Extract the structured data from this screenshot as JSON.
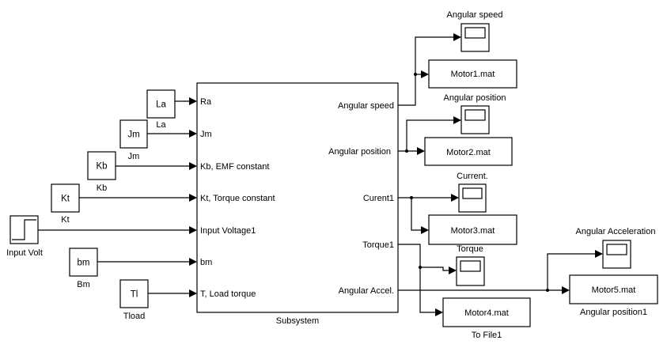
{
  "diagram": {
    "subsystem": {
      "name": "Subsystem",
      "inputs": [
        "Ra",
        "Jm",
        "Kb, EMF constant",
        "Kt, Torque constant",
        "Input Voltage1",
        "bm",
        "T, Load torque"
      ],
      "outputs": [
        "Angular speed",
        "Angular position",
        "Curent1",
        "Torque1",
        "Angular Accel."
      ]
    },
    "sources": [
      {
        "type": "constant",
        "value": "La",
        "label": "La"
      },
      {
        "type": "constant",
        "value": "Jm",
        "label": "Jm"
      },
      {
        "type": "constant",
        "value": "Kb",
        "label": "Kb"
      },
      {
        "type": "constant",
        "value": "Kt",
        "label": "Kt"
      },
      {
        "type": "step",
        "value": "",
        "label": "Input Volt"
      },
      {
        "type": "constant",
        "value": "bm",
        "label": "Bm"
      },
      {
        "type": "constant",
        "value": "Tl",
        "label": "Tload"
      }
    ],
    "scopes": [
      {
        "label": "Angular speed"
      },
      {
        "label": "Angular position"
      },
      {
        "label": "Current."
      },
      {
        "label": "Torque"
      },
      {
        "label": "Angular  Acceleration"
      }
    ],
    "to_files": [
      {
        "file": "Motor1.mat",
        "label": ""
      },
      {
        "file": "Motor2.mat",
        "label": ""
      },
      {
        "file": "Motor3.mat",
        "label": ""
      },
      {
        "file": "Motor4.mat",
        "label": "To File1"
      },
      {
        "file": "Motor5.mat",
        "label": "Angular position1"
      }
    ]
  }
}
